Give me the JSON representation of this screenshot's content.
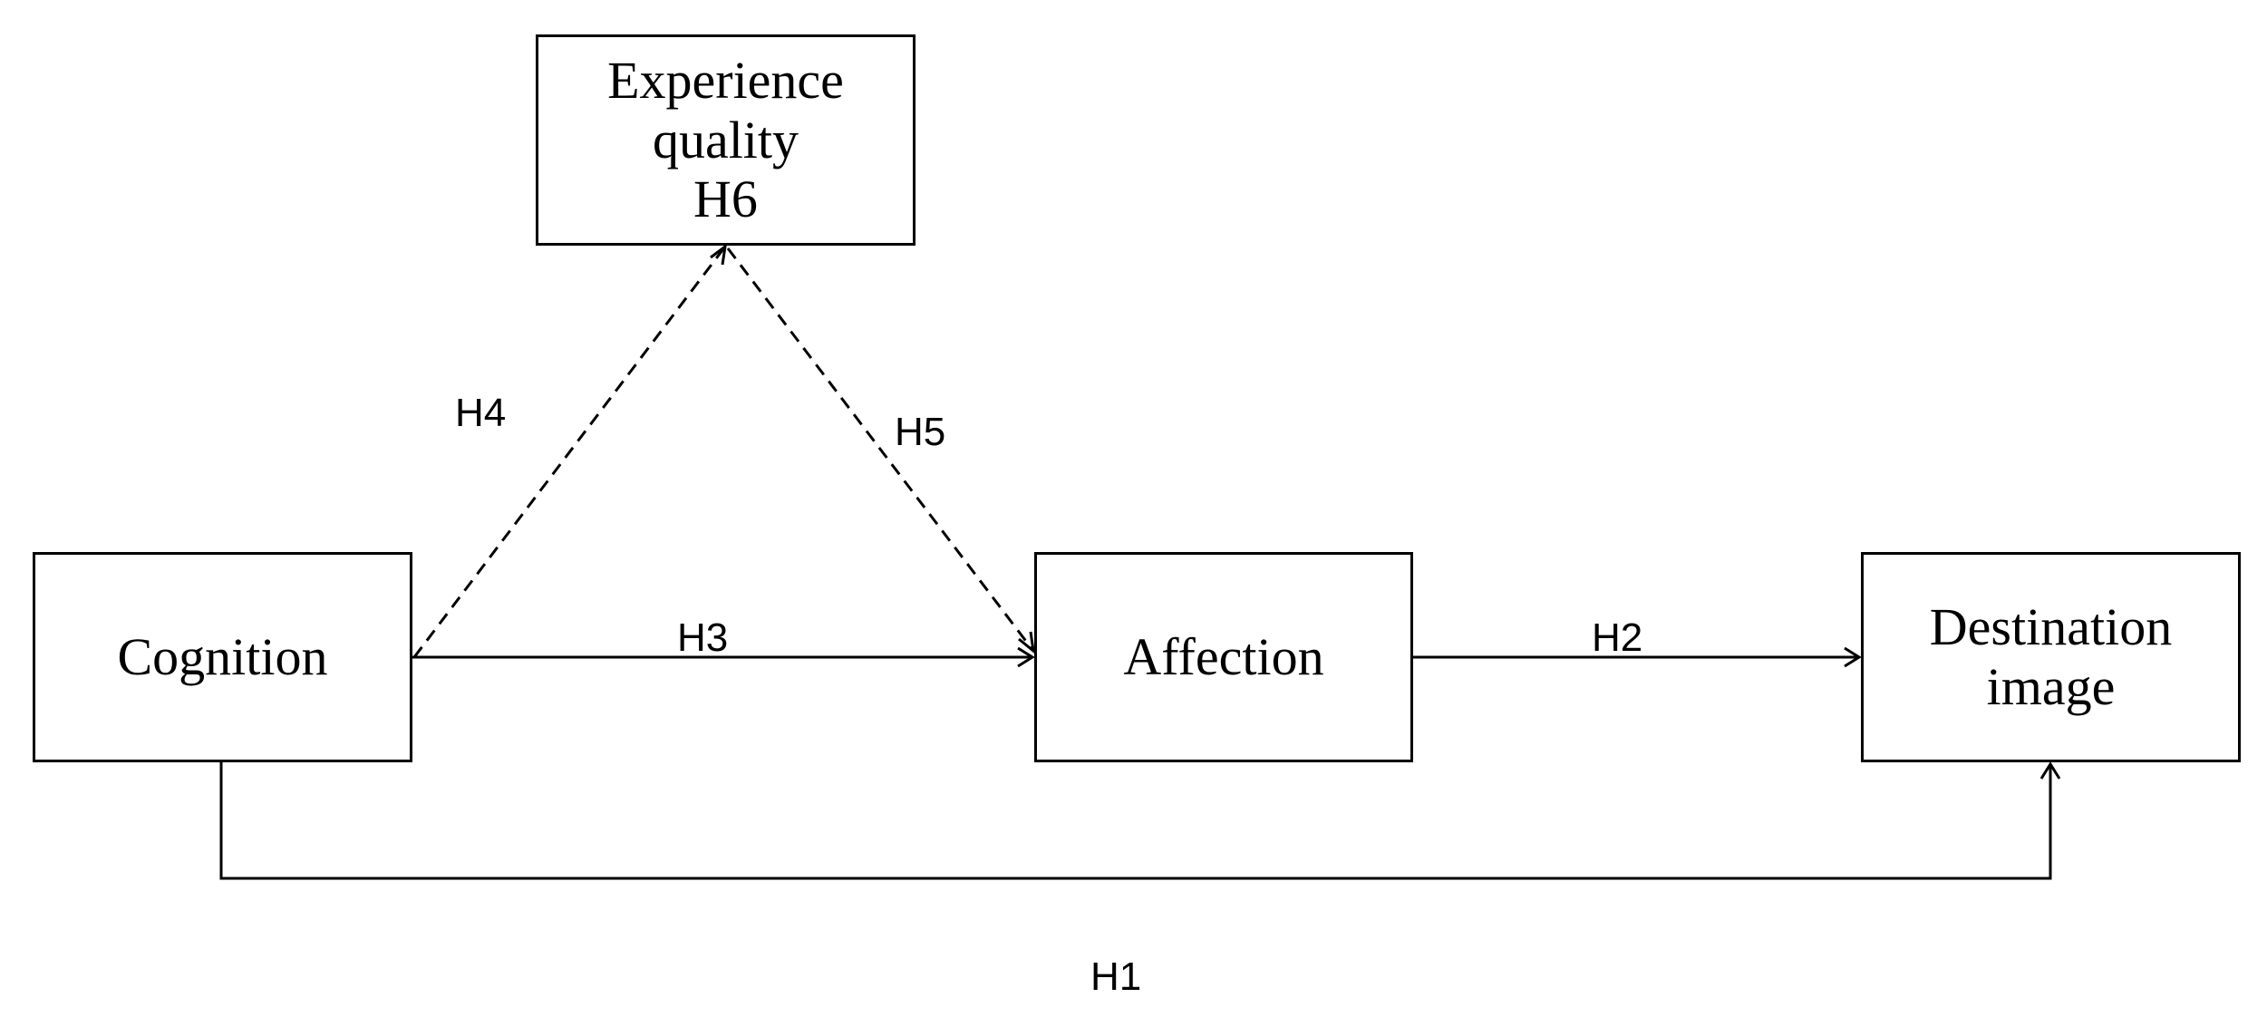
{
  "nodes": {
    "experience_quality": {
      "lines": [
        "Experience",
        "quality",
        "H6"
      ]
    },
    "cognition": {
      "lines": [
        "Cognition"
      ]
    },
    "affection": {
      "lines": [
        "Affection"
      ]
    },
    "destination_image": {
      "lines": [
        "Destination",
        "image"
      ]
    }
  },
  "paths": {
    "h1": {
      "label": "H1",
      "from": "Cognition",
      "to": "Destination image",
      "style": "solid"
    },
    "h2": {
      "label": "H2",
      "from": "Affection",
      "to": "Destination image",
      "style": "solid"
    },
    "h3": {
      "label": "H3",
      "from": "Cognition",
      "to": "Affection",
      "style": "solid"
    },
    "h4": {
      "label": "H4",
      "from": "Cognition",
      "to": "Experience quality",
      "style": "dashed"
    },
    "h5": {
      "label": "H5",
      "from": "Experience quality",
      "to": "Affection",
      "style": "dashed"
    }
  },
  "colors": {
    "stroke": "#000000",
    "background": "#ffffff"
  }
}
